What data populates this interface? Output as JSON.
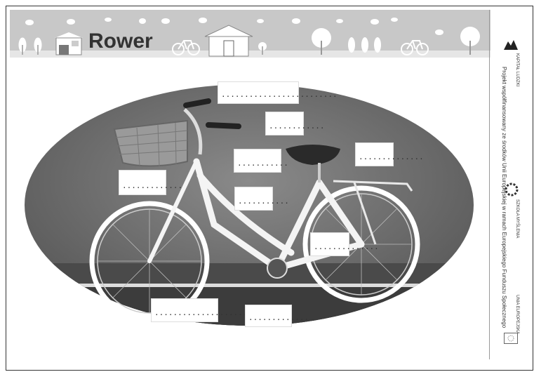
{
  "header": {
    "title": "Rower"
  },
  "sidebar": {
    "project_text": "Projekt współfinansowany ze środków Unii Europejskiej w ramach Europejskiego Funduszu Społecznego",
    "logo_kapital": "KAPITAŁ LUDZKI",
    "logo_szkola": "SZKOŁA MYŚLENIA",
    "logo_ue": "UNIA EUROPEJSKA"
  },
  "labels": [
    {
      "id": "box1",
      "text": "........................."
    },
    {
      "id": "box2",
      "text": "............"
    },
    {
      "id": "box3",
      "text": "..........."
    },
    {
      "id": "box4",
      "text": ".............."
    },
    {
      "id": "box5",
      "text": "............."
    },
    {
      "id": "box6",
      "text": "..........."
    },
    {
      "id": "box7",
      "text": ".............."
    },
    {
      "id": "box8",
      "text": "......................."
    },
    {
      "id": "box9",
      "text": "............."
    }
  ]
}
